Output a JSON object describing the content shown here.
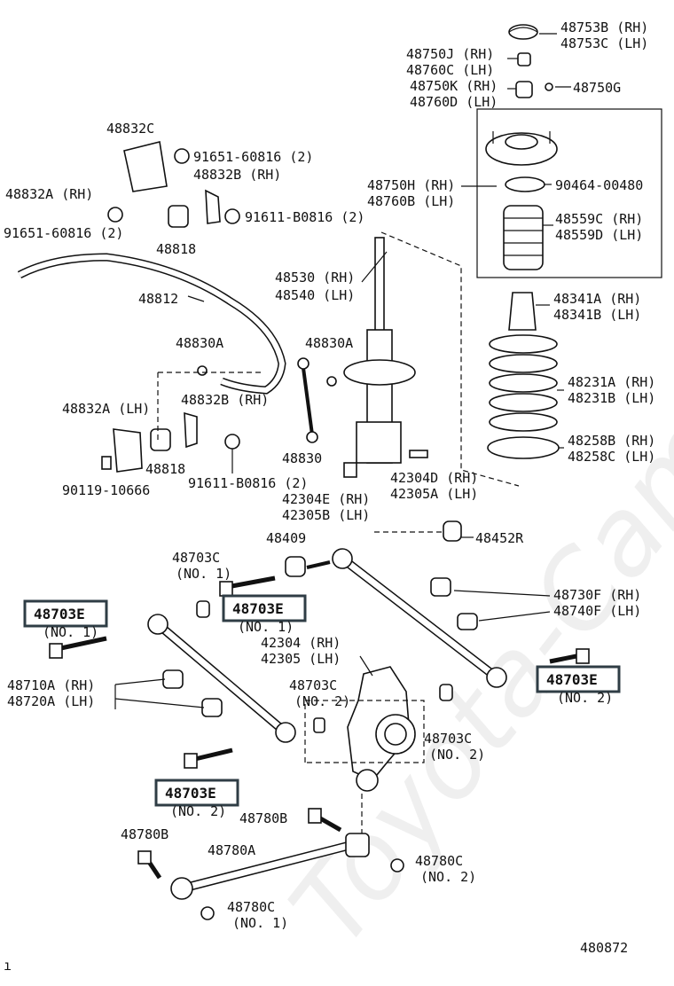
{
  "watermark": "Toyota-Camry.ru",
  "figure_id": "480872",
  "labels": {
    "l_48753B": "48753B (RH)",
    "l_48753C": "48753C (LH)",
    "l_48750J": "48750J (RH)",
    "l_48760C": "48760C (LH)",
    "l_48750K": "48750K (RH)",
    "l_48760D": "48760D (LH)",
    "l_48750G": "48750G",
    "l_48832C": "48832C",
    "l_91651_top": "91651-60816 (2)",
    "l_48832B_top": "48832B (RH)",
    "l_48832A_top": "48832A (RH)",
    "l_91611_top": "91611-B0816 (2)",
    "l_91651_left": "91651-60816 (2)",
    "l_48818_top": "48818",
    "l_48750H": "48750H (RH)",
    "l_48760B": "48760B (LH)",
    "l_90464": "90464-00480",
    "l_48559C": "48559C (RH)",
    "l_48559D": "48559D (LH)",
    "l_48530": "48530 (RH)",
    "l_48540": "48540 (LH)",
    "l_48812": "48812",
    "l_48341A": "48341A (RH)",
    "l_48341B": "48341B (LH)",
    "l_48830A_left": "48830A",
    "l_48830A_right": "48830A",
    "l_48231A": "48231A (RH)",
    "l_48231B": "48231B (LH)",
    "l_48832A_lh": "48832A (LH)",
    "l_48832B_rh2": "48832B (RH)",
    "l_48258B": "48258B (RH)",
    "l_48258C": "48258C (LH)",
    "l_48818_bot": "48818",
    "l_48830": "48830",
    "l_42304D": "42304D (RH)",
    "l_42305A": "42305A (LH)",
    "l_90119": "90119-10666",
    "l_91611_bot": "91611-B0816 (2)",
    "l_42304E": "42304E (RH)",
    "l_42305B": "42305B (LH)",
    "l_48409": "48409",
    "l_48452R": "48452R",
    "l_48703C_no1": "48703C",
    "l_no1_a": "(NO. 1)",
    "l_48730F": "48730F (RH)",
    "l_48740F": "48740F (LH)",
    "hl_1": "48703E",
    "hl_1_sub": "(NO. 1)",
    "hl_2": "48703E",
    "hl_2_sub": "(NO. 1)",
    "l_42304": "42304 (RH)",
    "l_42305": "42305 (LH)",
    "l_48710A": "48710A (RH)",
    "l_48720A": "48720A (LH)",
    "l_48703C_no2a": "48703C",
    "l_no2_a": "(NO. 2)",
    "hl_3": "48703E",
    "hl_3_sub": "(NO. 2)",
    "l_48703C_no2b": "48703C",
    "l_no2_b": "(NO. 2)",
    "hl_4": "48703E",
    "hl_4_sub": "(NO. 2)",
    "l_48780B_mid": "48780B",
    "l_48780B_left": "48780B",
    "l_48780A": "48780A",
    "l_48780C_no2": "48780C",
    "l_no2_c": "(NO. 2)",
    "l_48780C_no1": "48780C",
    "l_no1_c": "(NO. 1)",
    "tick": "ı"
  }
}
